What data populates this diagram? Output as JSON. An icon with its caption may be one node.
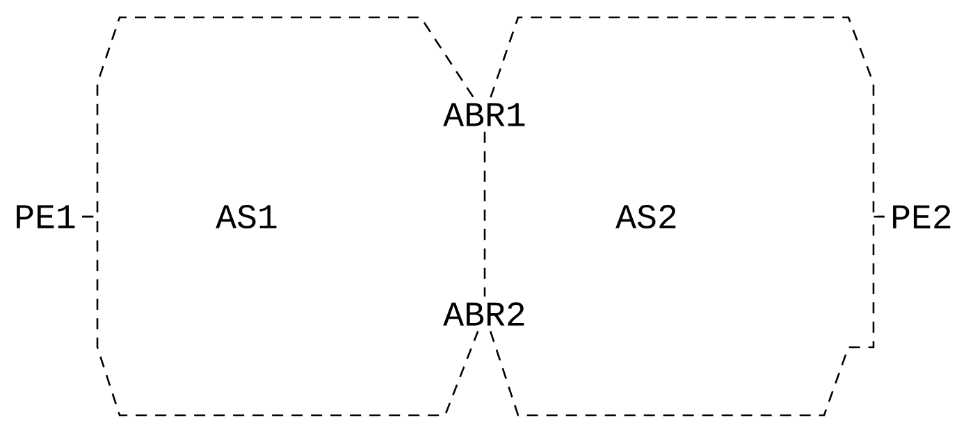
{
  "diagram": {
    "nodes": [
      {
        "text": [
          "PE1"
        ]
      },
      {
        "text": [
          "ABR1"
        ]
      },
      {
        "text": [
          "ABR2"
        ]
      },
      {
        "text": [
          "PE2"
        ]
      }
    ],
    "edges": [
      {
        "from": 0,
        "to": 1,
        "arrow": "none"
      },
      {
        "from": 1,
        "to": 3,
        "arrow": "none"
      },
      {
        "from": 1,
        "to": 2,
        "arrow": "none"
      },
      {
        "from": 0,
        "to": 2,
        "arrow": "none"
      },
      {
        "from": 2,
        "to": 3,
        "arrow": "none"
      }
    ],
    "labels": [
      "AS1",
      "AS2"
    ]
  }
}
